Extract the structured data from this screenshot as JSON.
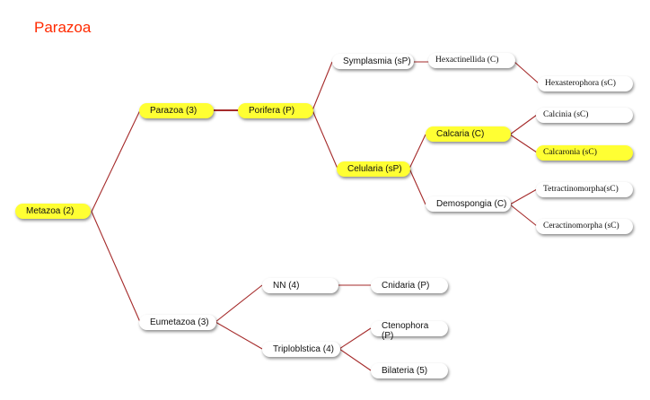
{
  "title": "Parazoa",
  "colors": {
    "title": "#ff2a00",
    "edge": "#a52a2a",
    "highlight": "#ffff33"
  },
  "nodes": {
    "metazoa": "Metazoa (2)",
    "parazoa": "Parazoa (3)",
    "porifera": "Porifera (P)",
    "symplasmia": "Symplasmia (sP)",
    "celularia": "Celularia (sP)",
    "hexactinellida": "Hexactinellida (C)",
    "hexasterophora": "Hexasterophora (sC)",
    "calcaria": "Calcaria (C)",
    "calcinia": "Calcinia (sC)",
    "calcaronia": "Calcaronia (sC)",
    "demospongia": "Demospongia (C)",
    "tetractinomorpha": "Tetractinomorpha(sC)",
    "ceractinomorpha": "Ceractinomorpha (sC)",
    "eumetazoa": "Eumetazoa (3)",
    "nn": "NN (4)",
    "cnidaria": "Cnidaria (P)",
    "triploblstica": "Triploblstica (4)",
    "ctenophora": "Ctenophora (P)",
    "bilateria": "Bilateria (5)"
  }
}
